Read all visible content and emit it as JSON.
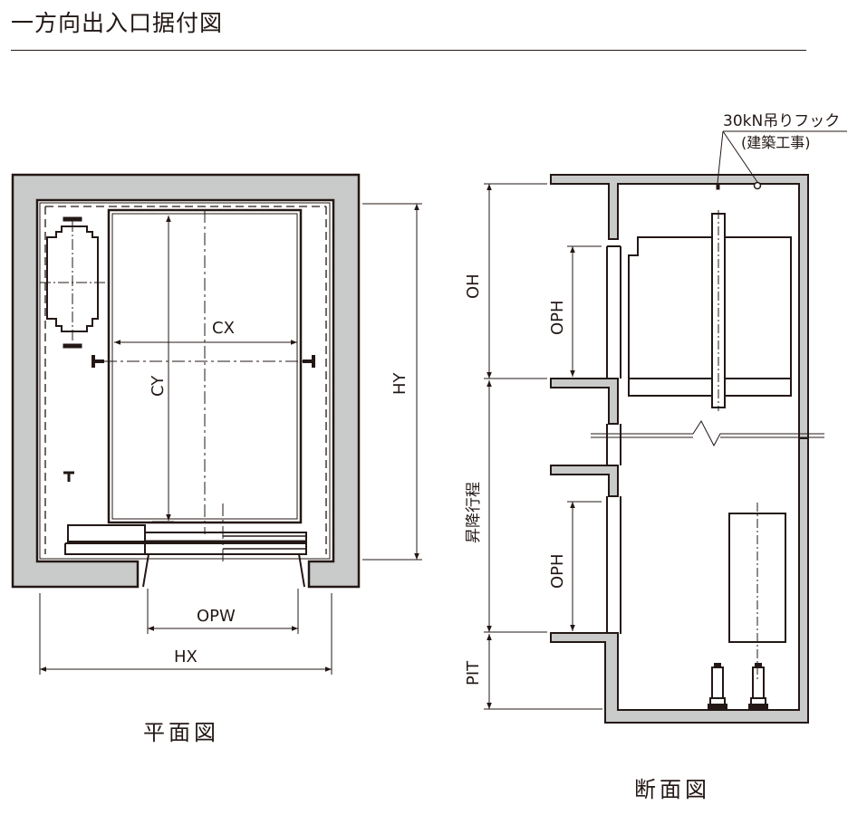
{
  "header": {
    "title": "一方向出入口据付図"
  },
  "plan_view": {
    "caption": "平面図",
    "labels": {
      "cx": "CX",
      "cy": "CY",
      "hy": "HY",
      "hx": "HX",
      "opw": "OPW"
    }
  },
  "section_view": {
    "caption": "断面図",
    "labels": {
      "oh": "OH",
      "oph_top": "OPH",
      "oph_bottom": "OPH",
      "travel": "昇降行程",
      "pit": "PIT"
    },
    "hook_note": {
      "line1": "30kN吊りフック",
      "line2": "(建築工事)"
    }
  },
  "colors": {
    "line": "#231815",
    "wall_fill": "#c9caca",
    "background": "#ffffff"
  }
}
